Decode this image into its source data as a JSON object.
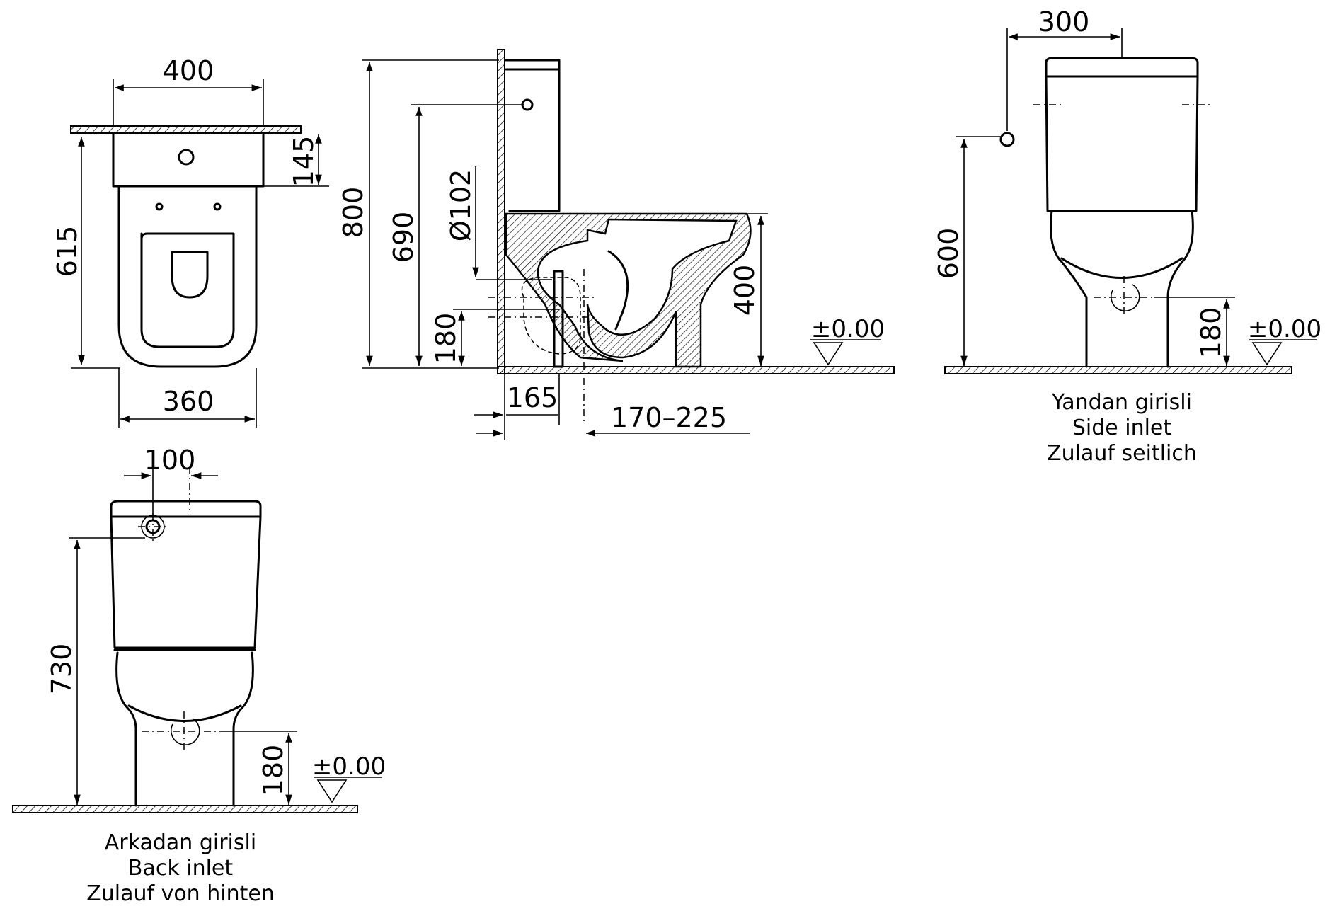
{
  "dimensions": {
    "top_view": {
      "width_top": "400",
      "depth": "615",
      "tank_depth": "145",
      "width_bottom": "360"
    },
    "side_view": {
      "height_total": "800",
      "inlet_height": "690",
      "flush_diameter": "Ø102",
      "outlet_height": "180",
      "seat_height": "400",
      "wall_to_outlet": "165",
      "outlet_range": "170–225",
      "level": "±0.00"
    },
    "side_inlet_view": {
      "inlet_offset": "300",
      "inlet_height": "600",
      "outlet_height": "180",
      "level": "±0.00"
    },
    "back_inlet_view": {
      "inlet_offset": "100",
      "inlet_height": "730",
      "outlet_height": "180",
      "level": "±0.00"
    }
  },
  "captions": {
    "side_inlet": [
      "Yandan girisli",
      "Side inlet",
      "Zulauf seitlich"
    ],
    "back_inlet": [
      "Arkadan girisli",
      "Back inlet",
      "Zulauf von hinten"
    ]
  }
}
